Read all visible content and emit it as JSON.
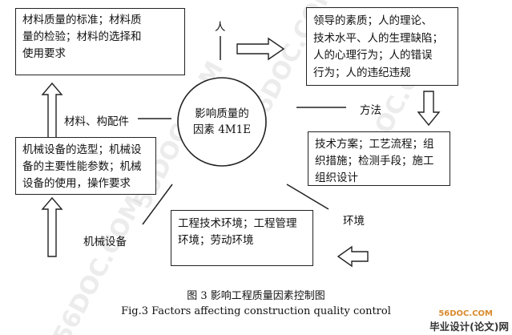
{
  "center": {
    "line1": "影响质量的",
    "line2": "因素 4M1E"
  },
  "factors": {
    "person": "人",
    "method": "方法",
    "environment": "环境",
    "machinery": "机械设备",
    "materials": "材料、构配件"
  },
  "boxes": {
    "person": [
      "领导的素质；人的理论、",
      "技术水平、人的生理缺陷；",
      "人的心理行为；人的错误",
      "行为；人的违纪违规"
    ],
    "method": [
      "技术方案；工艺流程；组",
      "织措施；检测手段；施工",
      "组织设计"
    ],
    "environment": [
      "工程技术环境；工程管理",
      "环境；劳动环境"
    ],
    "machinery": [
      "机械设备的选型；机械设",
      "备的主要性能参数；机械",
      "设备的使用，操作要求"
    ],
    "materials": [
      "材料质量的标准；材料质",
      "量的检验；材料的选择和",
      "使用要求"
    ]
  },
  "caption": {
    "cn": "图 3    影响工程质量因素控制图",
    "en": "Fig.3    Factors affecting construction quality control"
  },
  "watermarks": [
    "56DOC.COM",
    "56DOC.COM",
    "56DOC.COM",
    "56DOC.COM"
  ],
  "site_logo": {
    "domain": "56DOC.COM",
    "brand": "毕业设计(论文)网"
  }
}
